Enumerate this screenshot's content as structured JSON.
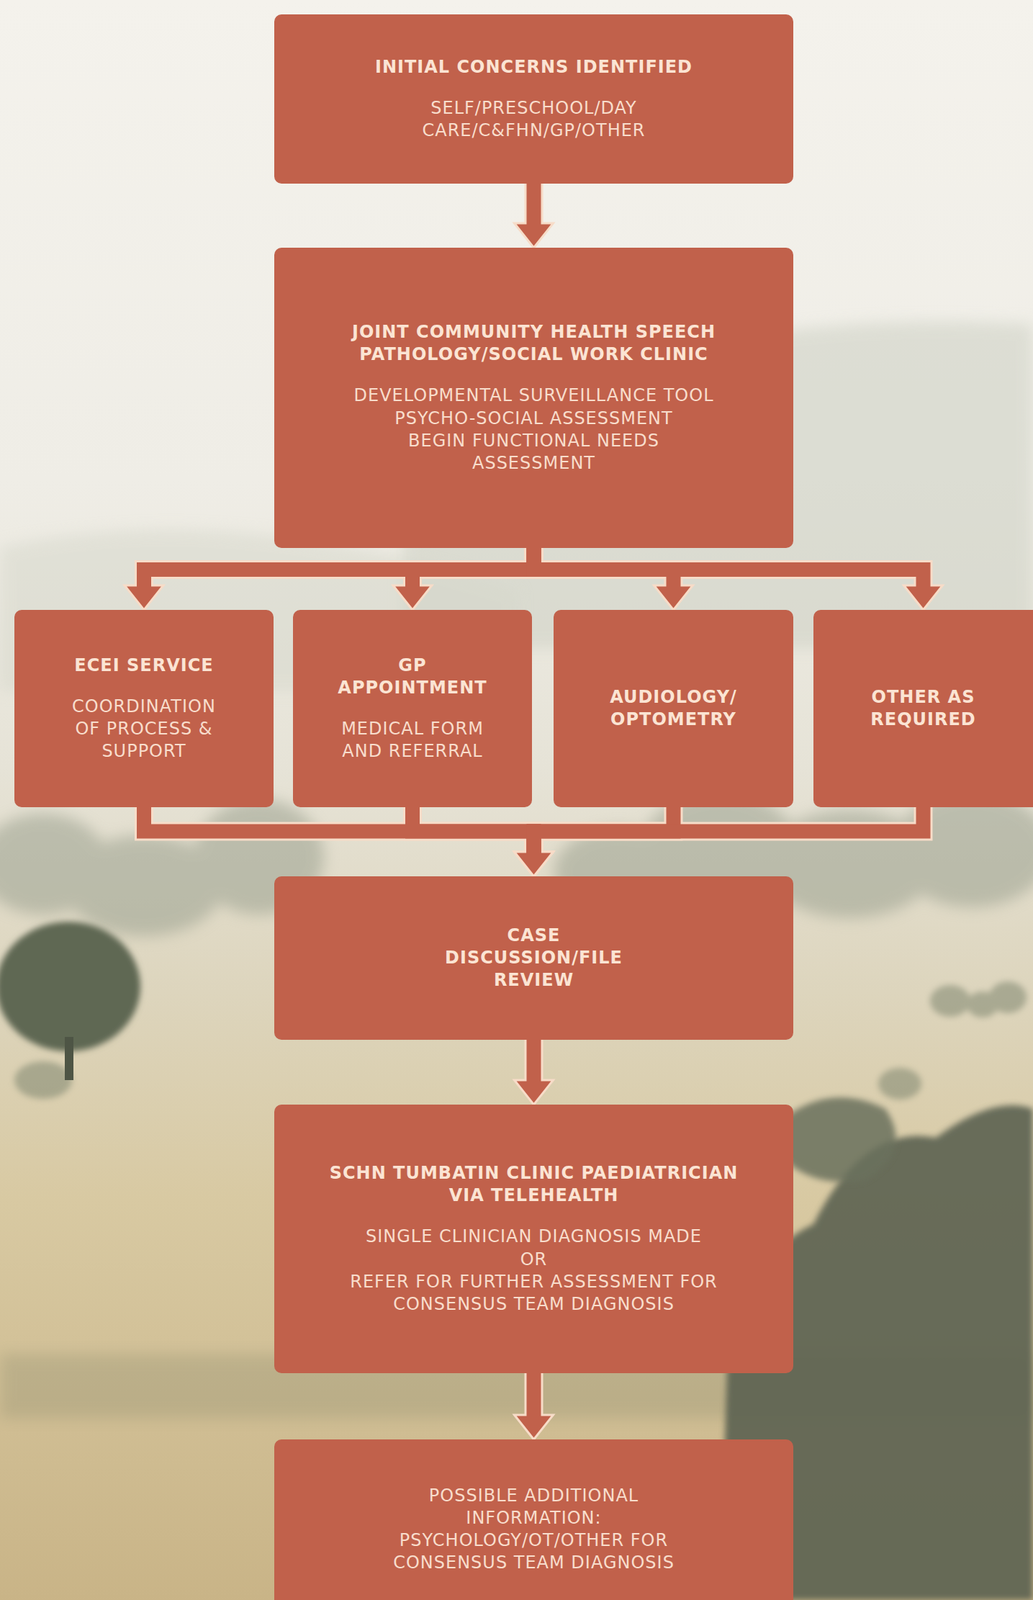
{
  "diagram": {
    "nodes": [
      {
        "text": [
          "INITIAL CONCERNS IDENTIFIED",
          "SELF/PRESCHOOL/DAY CARE/C&FHN/GP/OTHER"
        ]
      },
      {
        "text": [
          "JOINT COMMUNITY HEALTH SPEECH PATHOLOGY/SOCIAL WORK CLINIC",
          "DEVELOPMENTAL SURVEILLANCE TOOL",
          "PSYCHO-SOCIAL ASSESSMENT",
          "BEGIN FUNCTIONAL NEEDS ASSESSMENT"
        ]
      },
      {
        "text": [
          "ECEI SERVICE",
          "COORDINATION OF PROCESS & SUPPORT"
        ]
      },
      {
        "text": [
          "GP APPOINTMENT",
          "MEDICAL FORM AND REFERRAL"
        ]
      },
      {
        "text": [
          "AUDIOLOGY/ OPTOMETRY"
        ]
      },
      {
        "text": [
          "OTHER AS REQUIRED"
        ]
      },
      {
        "text": [
          "CASE DISCUSSION/FILE REVIEW"
        ]
      },
      {
        "text": [
          "SCHN TUMBATIN CLINIC PAEDIATRICIAN VIA TELEHEALTH",
          "SINGLE CLINICIAN DIAGNOSIS MADE",
          "OR",
          "REFER FOR FURTHER ASSESSMENT FOR CONSENSUS TEAM DIAGNOSIS"
        ]
      },
      {
        "text": [
          "POSSIBLE ADDITIONAL INFORMATION: PSYCHOLOGY/OT/OTHER FOR CONSENSUS TEAM DIAGNOSIS"
        ]
      }
    ],
    "edges": [
      {
        "from": 0,
        "to": 1,
        "arrow": "to"
      },
      {
        "from": 1,
        "to": 2,
        "arrow": "to"
      },
      {
        "from": 1,
        "to": 3,
        "arrow": "to"
      },
      {
        "from": 1,
        "to": 4,
        "arrow": "to"
      },
      {
        "from": 1,
        "to": 5,
        "arrow": "to"
      },
      {
        "from": 2,
        "to": 6,
        "arrow": "to"
      },
      {
        "from": 3,
        "to": 6,
        "arrow": "to"
      },
      {
        "from": 4,
        "to": 6,
        "arrow": "to"
      },
      {
        "from": 5,
        "to": 6,
        "arrow": "to"
      },
      {
        "from": 6,
        "to": 7,
        "arrow": "to"
      },
      {
        "from": 7,
        "to": 8,
        "arrow": "to"
      }
    ]
  }
}
